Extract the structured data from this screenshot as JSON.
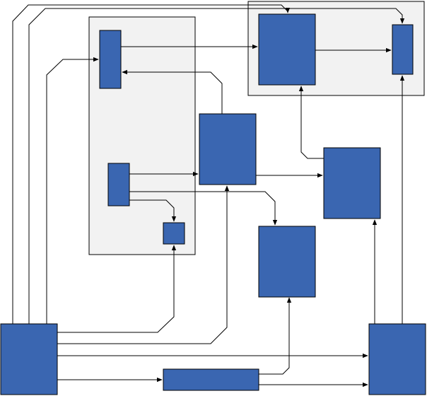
{
  "diagram": {
    "colors": {
      "node_fill": "#3a66b1",
      "group_fill": "#f2f2f2",
      "stroke": "#000000",
      "background": "#ffffff"
    },
    "groups": [
      {
        "id": "group-left"
      },
      {
        "id": "group-top-right"
      }
    ],
    "nodes": [
      {
        "id": "node-a-tall-left",
        "group": "group-left"
      },
      {
        "id": "node-b-small-left",
        "group": "group-left"
      },
      {
        "id": "node-c-tiny-left",
        "group": "group-left"
      },
      {
        "id": "node-d-top-right-large",
        "group": "group-top-right"
      },
      {
        "id": "node-e-top-right-narrow",
        "group": "group-top-right"
      },
      {
        "id": "node-f-center"
      },
      {
        "id": "node-g-right-middle"
      },
      {
        "id": "node-h-center-lower"
      },
      {
        "id": "node-i-bottom-left"
      },
      {
        "id": "node-j-bottom-center-wide"
      },
      {
        "id": "node-k-bottom-right"
      }
    ],
    "edges": [
      {
        "from": "node-a-tall-left",
        "to": "node-d-top-right-large"
      },
      {
        "from": "node-d-top-right-large",
        "to": "node-e-top-right-narrow"
      },
      {
        "from": "node-f-center",
        "to": "node-a-tall-left"
      },
      {
        "from": "node-b-small-left",
        "to": "node-f-center"
      },
      {
        "from": "node-b-small-left",
        "to": "node-h-center-lower"
      },
      {
        "from": "node-b-small-left",
        "to": "node-c-tiny-left"
      },
      {
        "from": "node-f-center",
        "to": "node-g-right-middle"
      },
      {
        "from": "node-g-right-middle",
        "to": "node-d-top-right-large"
      },
      {
        "from": "node-i-bottom-left",
        "to": "node-d-top-right-large"
      },
      {
        "from": "node-i-bottom-left",
        "to": "node-e-top-right-narrow"
      },
      {
        "from": "node-i-bottom-left",
        "to": "node-a-tall-left"
      },
      {
        "from": "node-i-bottom-left",
        "to": "node-c-tiny-left"
      },
      {
        "from": "node-i-bottom-left",
        "to": "node-f-center"
      },
      {
        "from": "node-i-bottom-left",
        "to": "node-k-bottom-right"
      },
      {
        "from": "node-i-bottom-left",
        "to": "node-j-bottom-center-wide"
      },
      {
        "from": "node-j-bottom-center-wide",
        "to": "node-h-center-lower"
      },
      {
        "from": "node-j-bottom-center-wide",
        "to": "node-k-bottom-right"
      },
      {
        "from": "node-k-bottom-right",
        "to": "node-g-right-middle"
      },
      {
        "from": "node-k-bottom-right",
        "to": "node-e-top-right-narrow"
      }
    ]
  }
}
